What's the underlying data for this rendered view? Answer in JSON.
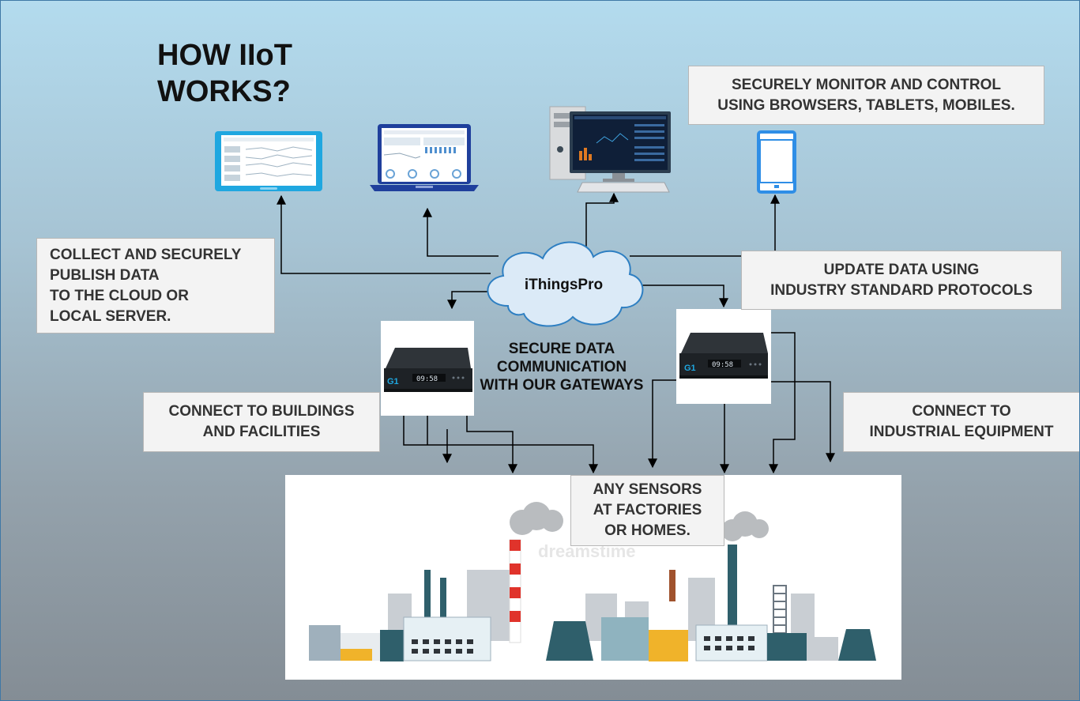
{
  "title": "HOW IIoT\nWORKS?",
  "cloud_label": "iThingsPro",
  "secure_label": "SECURE DATA\nCOMMUNICATION\nWITH OUR GATEWAYS",
  "boxes": {
    "monitor": "SECURELY MONITOR AND CONTROL\nUSING BROWSERS, TABLETS, MOBILES.",
    "collect": "COLLECT AND SECURELY\nPUBLISH DATA\nTO THE CLOUD OR\nLOCAL SERVER.",
    "update": "UPDATE DATA USING\nINDUSTRY STANDARD PROTOCOLS",
    "buildings": "CONNECT TO BUILDINGS\nAND FACILITIES",
    "industrial": "CONNECT TO\nINDUSTRIAL EQUIPMENT",
    "sensors": "ANY SENSORS\nAT FACTORIES\nOR HOMES."
  },
  "gateway": {
    "badge": "G1",
    "display": "09:58"
  },
  "watermark": "dreamstime",
  "colors": {
    "tablet_frame": "#1fa7e0",
    "laptop_frame": "#1f3f9c",
    "phone_frame": "#2f8ee6",
    "cloud_fill": "#dbeaf7",
    "factory_red": "#e0332b",
    "factory_teal": "#2f5f6b"
  }
}
